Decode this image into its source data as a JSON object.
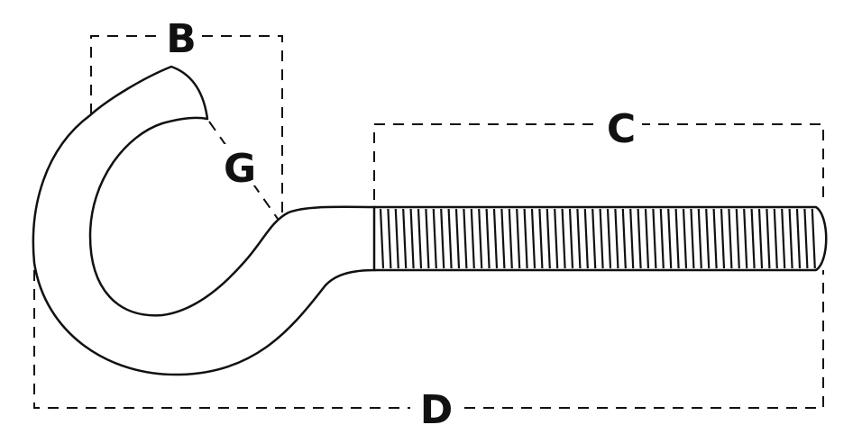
{
  "labels": {
    "b": "B",
    "c": "C",
    "d": "D",
    "g": "G"
  },
  "colors": {
    "line": "#111111",
    "background": "#ffffff"
  }
}
